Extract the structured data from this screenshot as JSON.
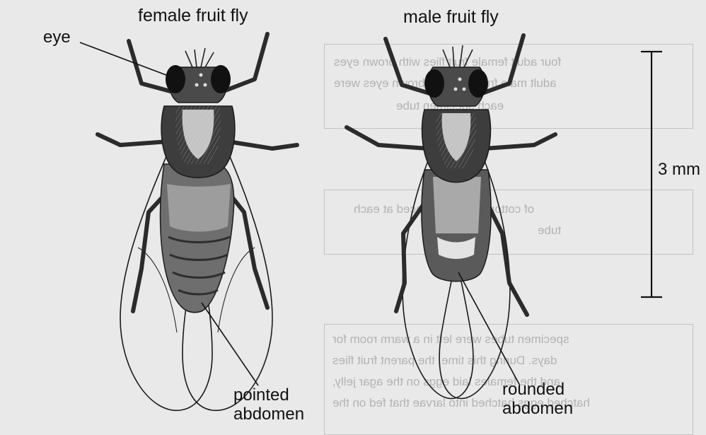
{
  "labels": {
    "female_title": "female fruit fly",
    "male_title": "male fruit fly",
    "eye": "eye",
    "scale": "3 mm",
    "pointed_line1": "pointed",
    "pointed_line2": "abdomen",
    "rounded_line1": "rounded",
    "rounded_line2": "abdomen"
  },
  "colors": {
    "background": "#e9e9e9",
    "ink": "#111111",
    "body_dark": "#3a3a3a",
    "body_mid": "#6b6b6b",
    "thorax_light": "#d9d9d9",
    "show_through": "#b3b3b3"
  },
  "show_through_text": [
    "four adult female fruit flies with brown eyes",
    "adult male fruit flies with brown eyes were",
    "each specimen tube",
    "of cotton wool was placed at each",
    "tube",
    "specimen tubes were left in a warm room for",
    "days. During this time, the parent fruit flies",
    "and the females laid eggs on the agar jelly,",
    "hatched eggs hatched into larvae that fed on the"
  ]
}
